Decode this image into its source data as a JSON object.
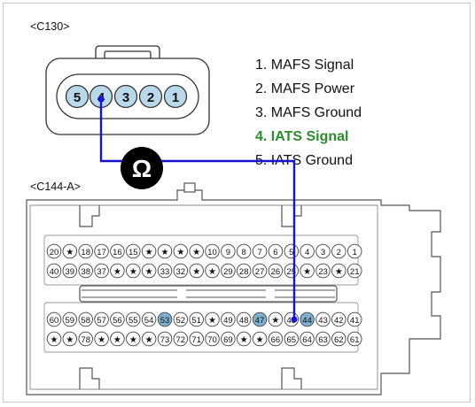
{
  "connector_c130": {
    "label": "<C130>",
    "pins": [
      "5",
      "4",
      "3",
      "2",
      "1"
    ]
  },
  "connector_c144a": {
    "label": "<C144-A>",
    "rows": [
      [
        "20",
        "★",
        "18",
        "17",
        "16",
        "15",
        "★",
        "★",
        "★",
        "★",
        "10",
        "9",
        "8",
        "7",
        "6",
        "5",
        "4",
        "3",
        "2",
        "1"
      ],
      [
        "40",
        "39",
        "38",
        "37",
        "★",
        "★",
        "★",
        "33",
        "32",
        "★",
        "★",
        "29",
        "28",
        "27",
        "26",
        "25",
        "★",
        "23",
        "★",
        "21"
      ],
      [
        "60",
        "59",
        "58",
        "57",
        "56",
        "55",
        "54",
        "53",
        "52",
        "51",
        "★",
        "49",
        "48",
        "47",
        "★",
        "45",
        "44",
        "43",
        "42",
        "41"
      ],
      [
        "★",
        "★",
        "78",
        "★",
        "★",
        "★",
        "★",
        "73",
        "72",
        "71",
        "70",
        "69",
        "★",
        "★",
        "66",
        "65",
        "64",
        "63",
        "62",
        "61"
      ]
    ],
    "highlight_pins": [
      "53",
      "47",
      "44"
    ]
  },
  "meter_symbol": "Ω",
  "legend": {
    "items": [
      {
        "text": "1. MAFS Signal",
        "highlight": false
      },
      {
        "text": "2. MAFS Power",
        "highlight": false
      },
      {
        "text": "3. MAFS Ground",
        "highlight": false
      },
      {
        "text": "4. IATS Signal",
        "highlight": true
      },
      {
        "text": "5. IATS Ground",
        "highlight": false
      }
    ]
  },
  "colors": {
    "wire": "#1414d2",
    "pin_fill": "#b9d8ea",
    "pin_highlight": "#7fb0cf",
    "legend_highlight": "#2e8b2e",
    "outline": "#333333"
  }
}
